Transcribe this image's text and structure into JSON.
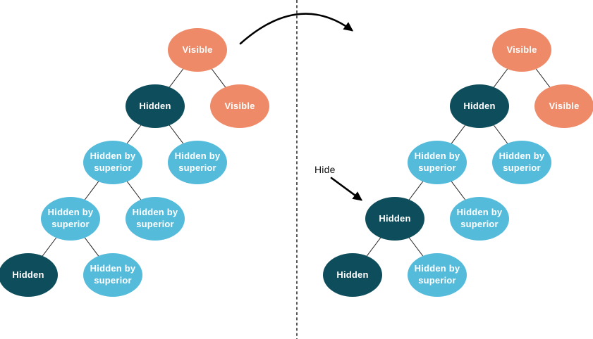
{
  "diagram": {
    "description": "Binary tree visibility state diagram, before and after a Hide action",
    "colors": {
      "visible_node": "#EF8A69",
      "hidden_node": "#0E4D5C",
      "hidden_by_superior_node": "#54BBDB",
      "edge": "#222222",
      "annotation": "#111111",
      "node_text": "#ffffff",
      "background": "#ffffff"
    },
    "annotations": {
      "hide_label": "Hide"
    },
    "trees": {
      "before": {
        "nodes": [
          {
            "id": "A",
            "label": "Visible",
            "state": "visible"
          },
          {
            "id": "B",
            "label": "Hidden",
            "state": "hidden"
          },
          {
            "id": "C",
            "label": "Visible",
            "state": "visible"
          },
          {
            "id": "D",
            "label": "Hidden by superior",
            "state": "hidden-by-superior"
          },
          {
            "id": "E",
            "label": "Hidden by superior",
            "state": "hidden-by-superior"
          },
          {
            "id": "F",
            "label": "Hidden by superior",
            "state": "hidden-by-superior"
          },
          {
            "id": "G",
            "label": "Hidden by superior",
            "state": "hidden-by-superior"
          },
          {
            "id": "H",
            "label": "Hidden",
            "state": "hidden"
          },
          {
            "id": "I",
            "label": "Hidden by superior",
            "state": "hidden-by-superior"
          }
        ],
        "edges": [
          [
            "A",
            "B"
          ],
          [
            "A",
            "C"
          ],
          [
            "B",
            "D"
          ],
          [
            "B",
            "E"
          ],
          [
            "D",
            "F"
          ],
          [
            "D",
            "G"
          ],
          [
            "F",
            "H"
          ],
          [
            "F",
            "I"
          ]
        ]
      },
      "after": {
        "nodes": [
          {
            "id": "A",
            "label": "Visible",
            "state": "visible"
          },
          {
            "id": "B",
            "label": "Hidden",
            "state": "hidden"
          },
          {
            "id": "C",
            "label": "Visible",
            "state": "visible"
          },
          {
            "id": "D",
            "label": "Hidden by superior",
            "state": "hidden-by-superior"
          },
          {
            "id": "E",
            "label": "Hidden by superior",
            "state": "hidden-by-superior"
          },
          {
            "id": "F",
            "label": "Hidden",
            "state": "hidden"
          },
          {
            "id": "G",
            "label": "Hidden by superior",
            "state": "hidden-by-superior"
          },
          {
            "id": "H",
            "label": "Hidden",
            "state": "hidden"
          },
          {
            "id": "I",
            "label": "Hidden by superior",
            "state": "hidden-by-superior"
          }
        ],
        "edges": [
          [
            "A",
            "B"
          ],
          [
            "A",
            "C"
          ],
          [
            "B",
            "D"
          ],
          [
            "B",
            "E"
          ],
          [
            "D",
            "F"
          ],
          [
            "D",
            "G"
          ],
          [
            "F",
            "H"
          ],
          [
            "F",
            "I"
          ]
        ]
      }
    }
  }
}
